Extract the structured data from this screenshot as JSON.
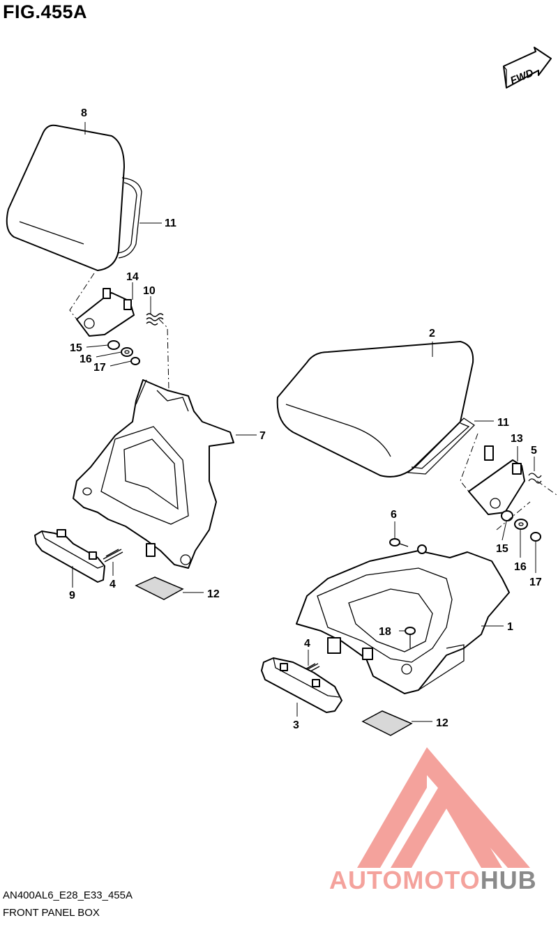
{
  "figure": {
    "title": "FIG.455A",
    "code": "AN400AL6_E28_E33_455A",
    "caption": "FRONT PANEL BOX",
    "direction_label": "FWD"
  },
  "callouts": [
    {
      "id": "c8",
      "label": "8"
    },
    {
      "id": "c11a",
      "label": "11"
    },
    {
      "id": "c14",
      "label": "14"
    },
    {
      "id": "c10",
      "label": "10"
    },
    {
      "id": "c15a",
      "label": "15"
    },
    {
      "id": "c16a",
      "label": "16"
    },
    {
      "id": "c17a",
      "label": "17"
    },
    {
      "id": "c7",
      "label": "7"
    },
    {
      "id": "c9",
      "label": "9"
    },
    {
      "id": "c4a",
      "label": "4"
    },
    {
      "id": "c12a",
      "label": "12"
    },
    {
      "id": "c2",
      "label": "2"
    },
    {
      "id": "c11b",
      "label": "11"
    },
    {
      "id": "c13",
      "label": "13"
    },
    {
      "id": "c5",
      "label": "5"
    },
    {
      "id": "c6",
      "label": "6"
    },
    {
      "id": "c15b",
      "label": "15"
    },
    {
      "id": "c16b",
      "label": "16"
    },
    {
      "id": "c17b",
      "label": "17"
    },
    {
      "id": "c1",
      "label": "1"
    },
    {
      "id": "c18",
      "label": "18"
    },
    {
      "id": "c4b",
      "label": "4"
    },
    {
      "id": "c3",
      "label": "3"
    },
    {
      "id": "c12b",
      "label": "12"
    }
  ],
  "watermark": {
    "part1": "AUTO",
    "part2": "MOTO",
    "part3": "HUB",
    "colors": {
      "pink": "#f4a29c",
      "gray": "#8a8a8a"
    }
  }
}
